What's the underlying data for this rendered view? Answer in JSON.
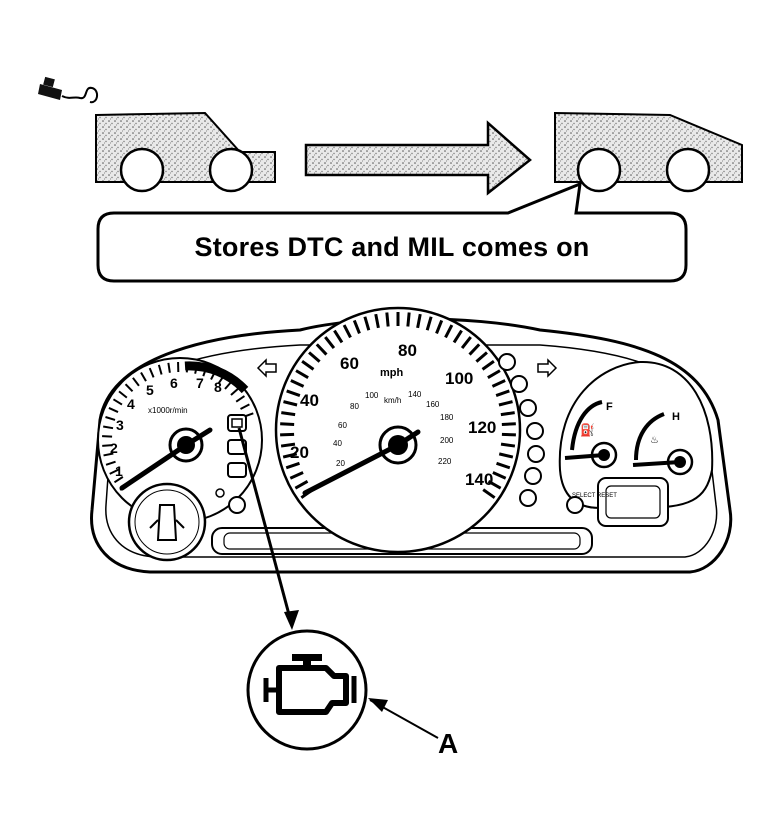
{
  "callout": {
    "text": "Stores DTC and MIL comes on"
  },
  "label": {
    "a": "A"
  },
  "tachometer": {
    "ticks": [
      "1",
      "2",
      "3",
      "4",
      "5",
      "6",
      "7",
      "8"
    ],
    "unit": "x1000r/min"
  },
  "speedometer": {
    "mph_ticks": [
      "20",
      "40",
      "60",
      "80",
      "100",
      "120",
      "140"
    ],
    "mph_unit": "mph",
    "kmh_ticks": [
      "20",
      "40",
      "60",
      "80",
      "100",
      "140",
      "160",
      "180",
      "200",
      "220"
    ],
    "kmh_unit": "km/h"
  },
  "gauges": {
    "fuel_full": "F",
    "temp_hot": "H",
    "odometer_button": "SELECT RESET"
  },
  "icons": {
    "gas_cap": "gas-cap-icon",
    "car_before": "car-silhouette-icon",
    "arrow": "right-arrow-icon",
    "car_after": "car-silhouette-icon",
    "mil": "check-engine-icon"
  }
}
